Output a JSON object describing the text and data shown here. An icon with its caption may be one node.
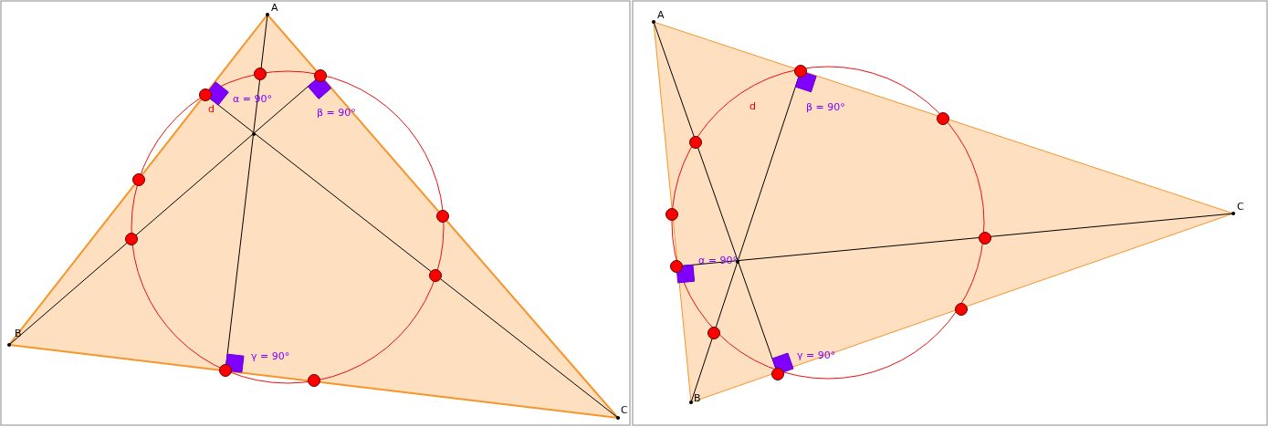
{
  "diagram": {
    "labels": [
      "A",
      "d",
      "α = 90°",
      "β = 90°",
      "B",
      "γ = 90°",
      "C",
      "A",
      "d",
      "β = 90°",
      "C",
      "α = 90°",
      "γ = 90°",
      "B"
    ]
  }
}
